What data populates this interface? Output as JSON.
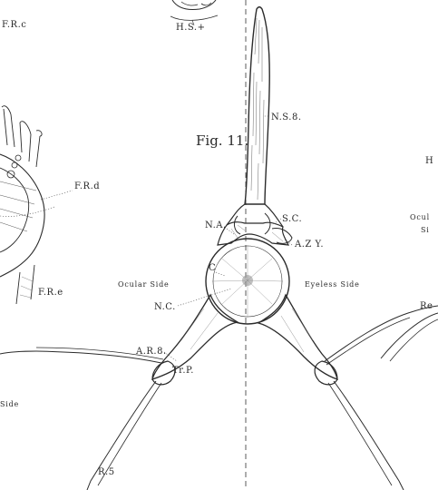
{
  "figure_title": "Fig. 11.",
  "labels": {
    "hs": "H.S.+",
    "frc": "F.R.c",
    "ns8": "N.S.8.",
    "na": "N.A.",
    "sc": "S.C.",
    "azy": "A.Z Y.",
    "c": "C",
    "ocular_side": "Ocular Side",
    "eyeless_side": "Eyeless Side",
    "nc": "N.C.",
    "ar8": "A.R.8.",
    "trp": "Tr.P.",
    "r5": "R.5",
    "frd": "F.R.d",
    "fre": "F.R.e",
    "side_left": "Side",
    "h_right": "H",
    "ocul_right": "Ocul",
    "si_right": "Si",
    "re_right": "Re"
  }
}
